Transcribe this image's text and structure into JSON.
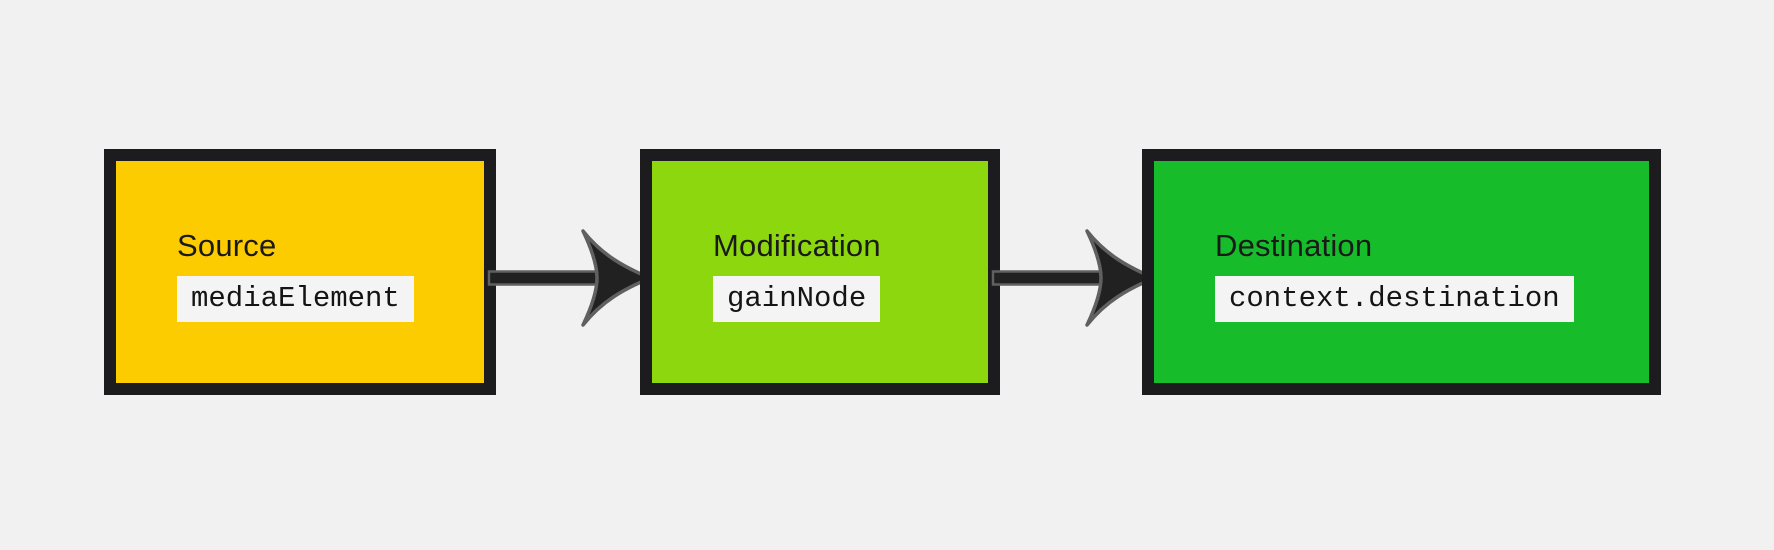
{
  "page": {
    "background": "#F1F1F2"
  },
  "diagram": {
    "type": "flow",
    "direction": "left-to-right",
    "nodes": [
      {
        "id": "source",
        "label": "Source",
        "code": "mediaElement",
        "fill": "#FCCB00"
      },
      {
        "id": "modification",
        "label": "Modification",
        "code": "gainNode",
        "fill": "#8DD70F"
      },
      {
        "id": "destination",
        "label": "Destination",
        "code": "context.destination",
        "fill": "#17BC2B"
      }
    ],
    "edges": [
      {
        "from": "source",
        "to": "modification"
      },
      {
        "from": "modification",
        "to": "destination"
      }
    ],
    "colors": {
      "node_border": "#1C1C1E",
      "label_text": "#1A1A1A",
      "code_text": "#141414",
      "code_chip_bg": "#F4F4F4",
      "arrow_fill": "#212121",
      "arrow_outline": "#606060"
    }
  }
}
